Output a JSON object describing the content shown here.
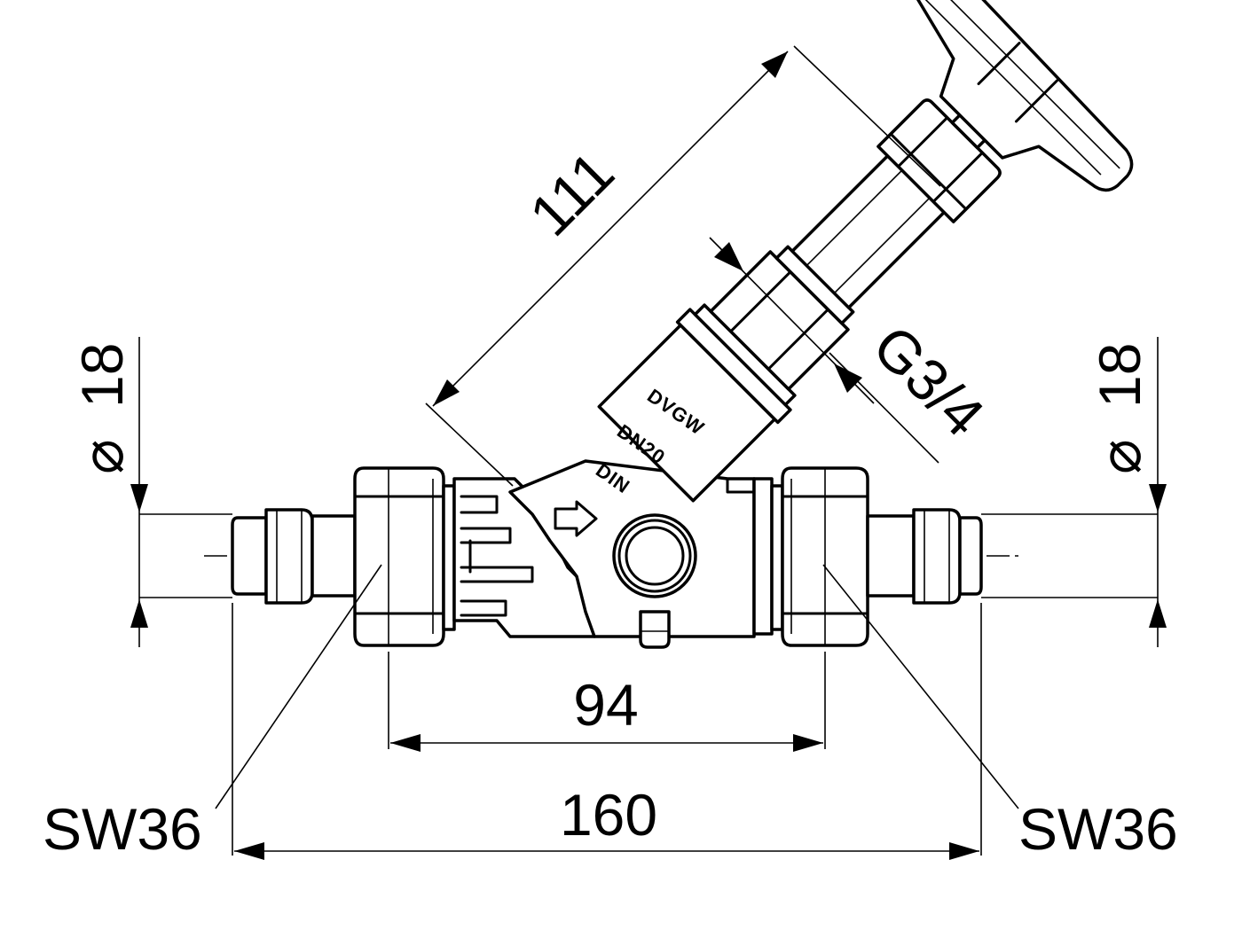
{
  "dimensions": {
    "stem_length": "111",
    "thread": "G3/4",
    "nut_spacing": "94",
    "overall_length": "160",
    "left_wrench_size": "SW36",
    "right_wrench_size": "SW36",
    "left_pipe_diameter_symbol": "⌀",
    "left_pipe_diameter": "18",
    "right_pipe_diameter_symbol": "⌀",
    "right_pipe_diameter": "18"
  },
  "body_markings": {
    "line1": "DVGW",
    "line2": "DN20",
    "line3": "DIN"
  },
  "colors": {
    "line": "#000000",
    "background": "#ffffff"
  }
}
